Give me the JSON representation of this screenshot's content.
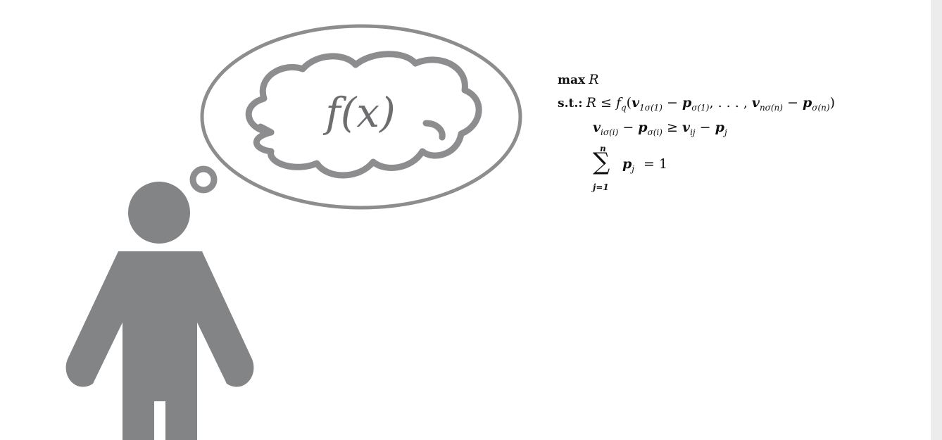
{
  "thought_text": "f(x)",
  "formula": {
    "objective_keyword": "max",
    "objective_var": "R",
    "constraints_label": "s.t.:",
    "sum_upper": "n",
    "sum_lower": "j=1",
    "sum_rhs": "= 1"
  },
  "colors": {
    "figure_gray": "#838486",
    "outline_gray": "#8d8d8f"
  },
  "icons": [
    "person-icon",
    "thought-bubble-icon",
    "cloud-icon"
  ]
}
